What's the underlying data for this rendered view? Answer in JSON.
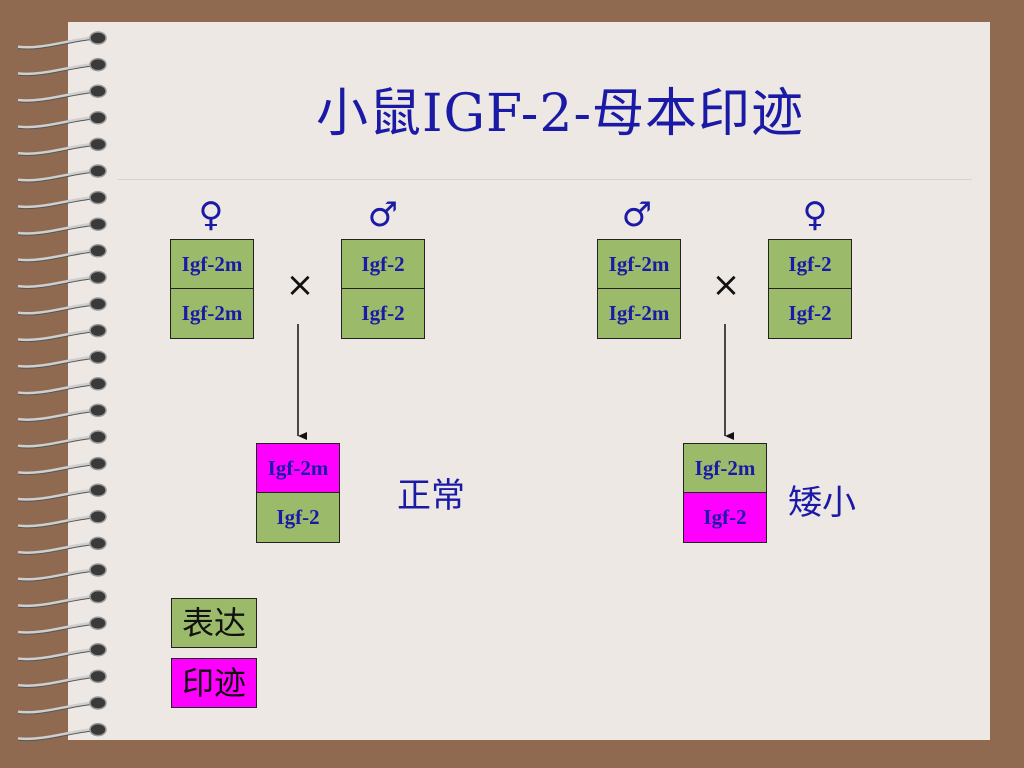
{
  "title": "小鼠IGF-2-母本印迹",
  "colors": {
    "expressed": "#9bbb6b",
    "imprinted": "#ff00ff",
    "text": "#1a1aa6"
  },
  "left_cross": {
    "parent1_symbol": "♀",
    "parent1_top": "Igf-2m",
    "parent1_bottom": "Igf-2m",
    "cross_symbol": "×",
    "parent2_symbol": "♂",
    "parent2_top": "Igf-2",
    "parent2_bottom": "Igf-2",
    "offspring_top": "Igf-2m",
    "offspring_bottom": "Igf-2",
    "phenotype": "正常"
  },
  "right_cross": {
    "parent1_symbol": "♂",
    "parent1_top": "Igf-2m",
    "parent1_bottom": "Igf-2m",
    "cross_symbol": "×",
    "parent2_symbol": "♀",
    "parent2_top": "Igf-2",
    "parent2_bottom": "Igf-2",
    "offspring_top": "Igf-2m",
    "offspring_bottom": "Igf-2",
    "phenotype": "矮小"
  },
  "legend": {
    "expressed_label": "表达",
    "imprinted_label": "印迹"
  }
}
